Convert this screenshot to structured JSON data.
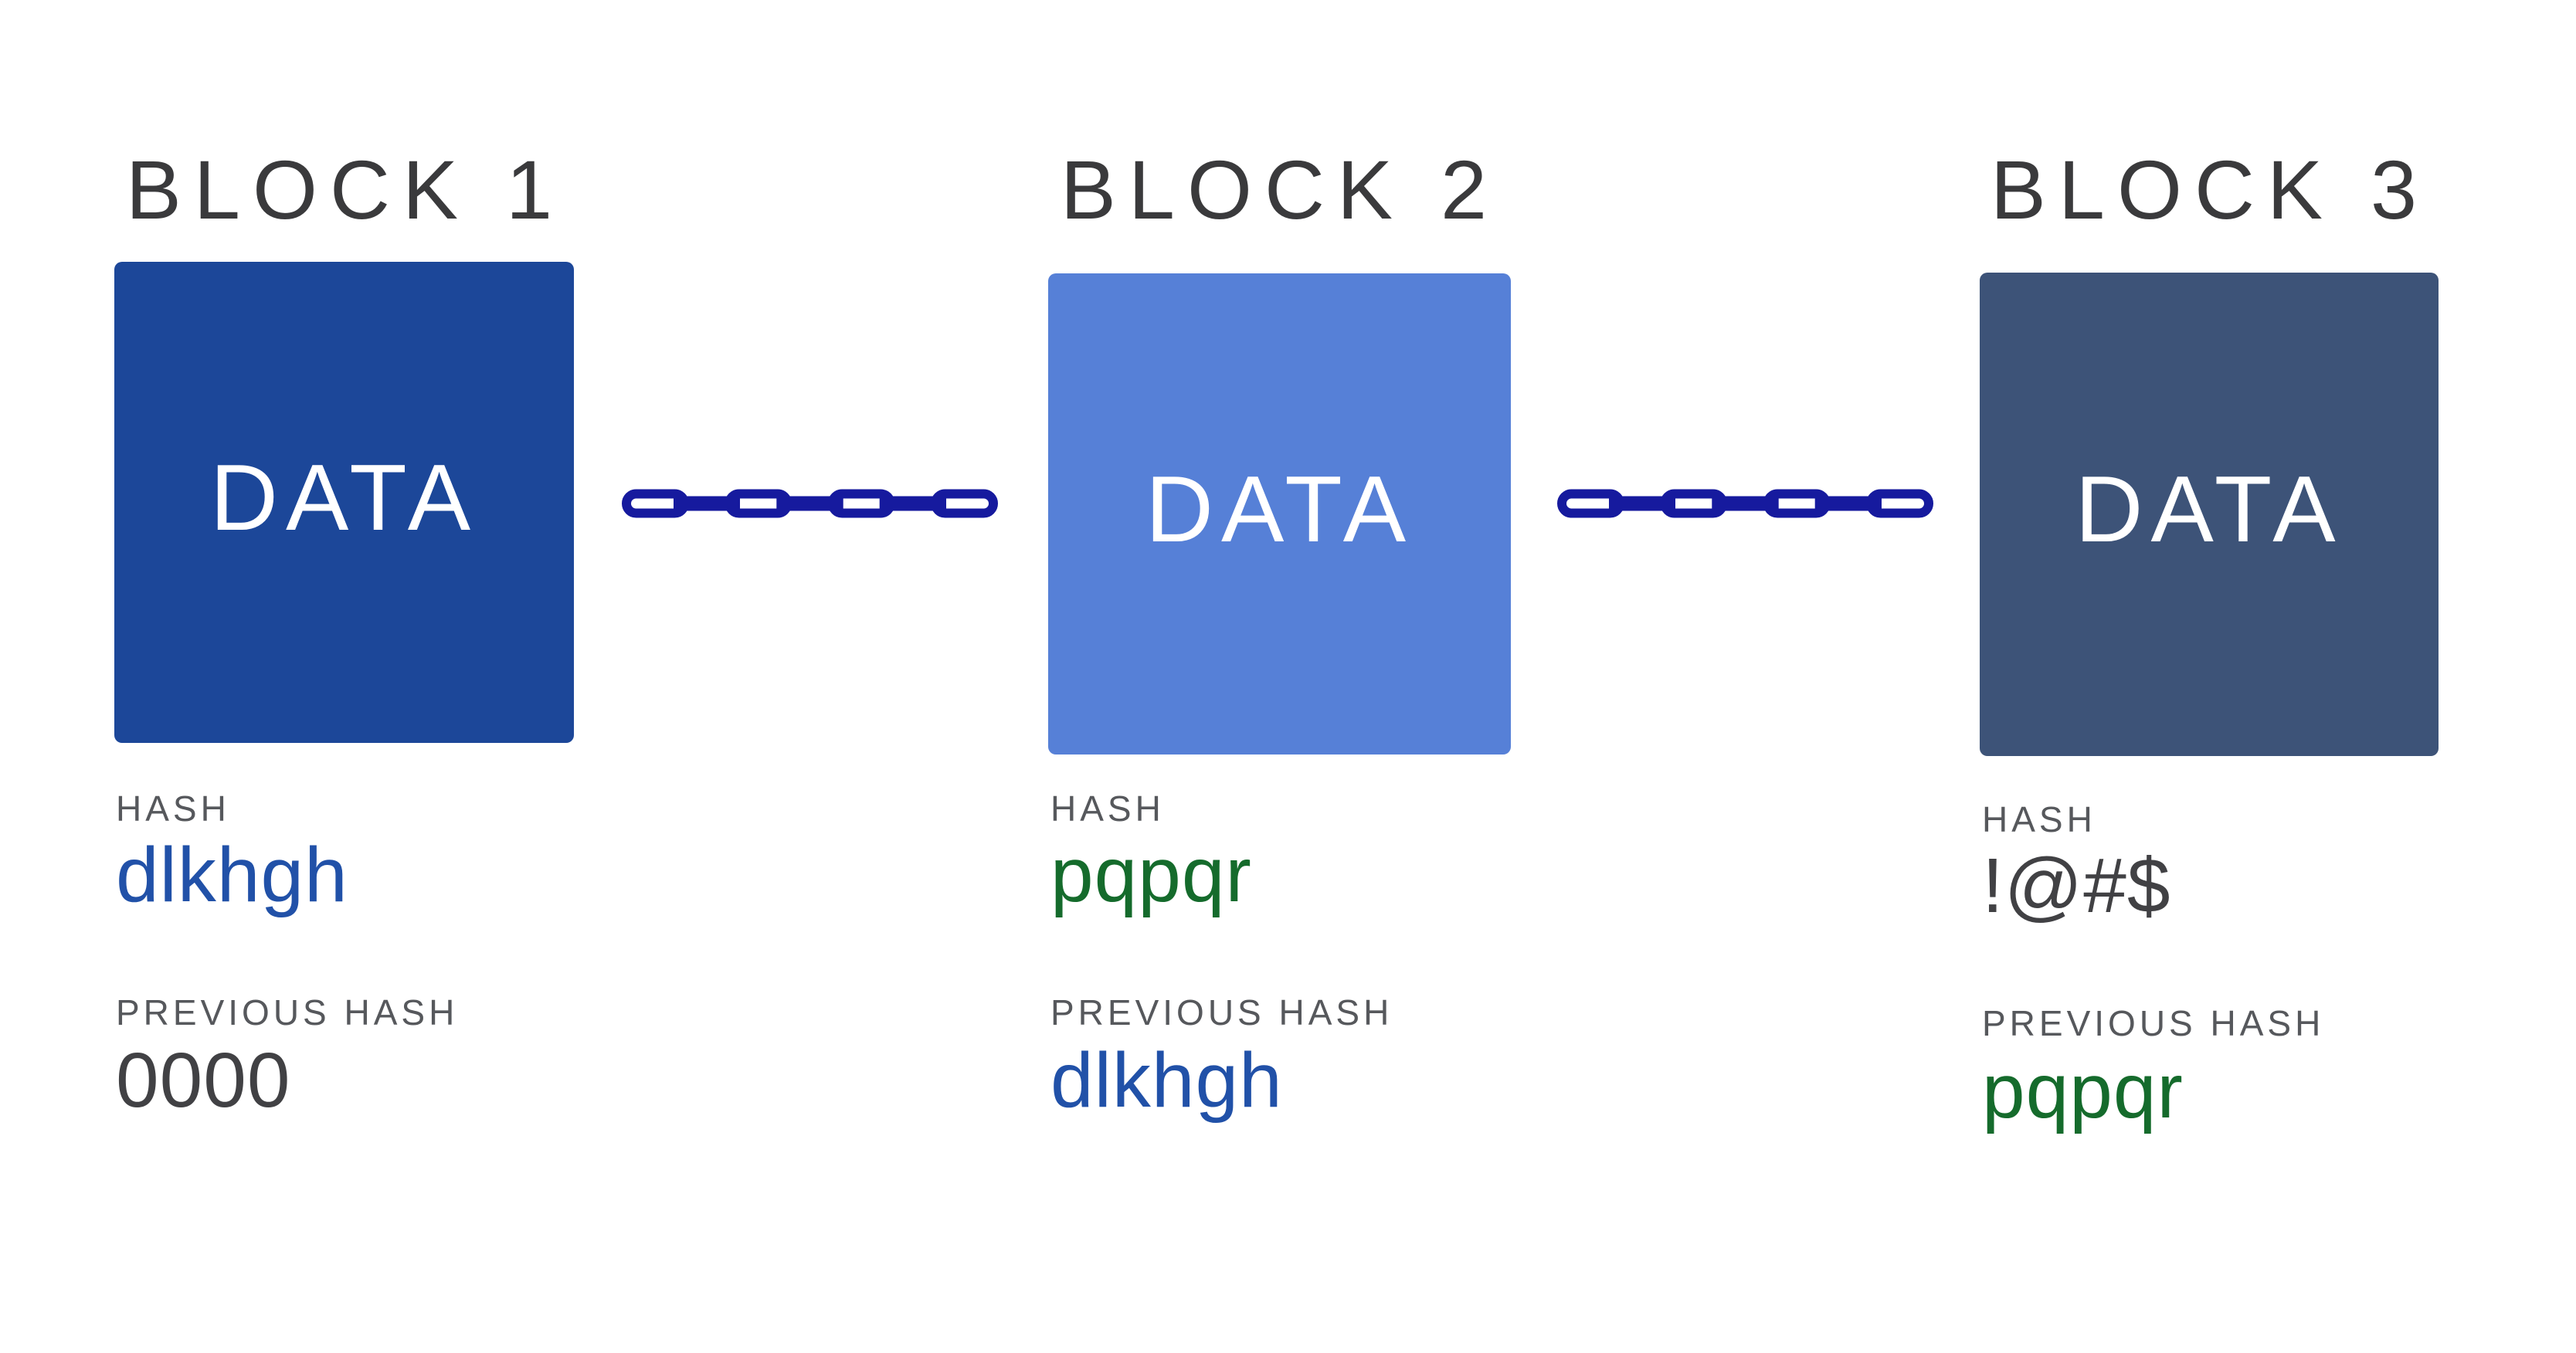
{
  "figure": {
    "background": "#ffffff",
    "title_color": "#3a3a3c",
    "label_color": "#56585c",
    "data_text_color": "#ffffff",
    "chain_color": "#161a9e"
  },
  "blocks": [
    {
      "title": "BLOCK 1",
      "data_label": "DATA",
      "block_color": "#1c4799",
      "hash_label": "HASH",
      "hash_value": "dlkhgh",
      "hash_value_color": "#2151a8",
      "previous_hash_label": "PREVIOUS HASH",
      "previous_hash_value": "0000",
      "previous_hash_value_color": "#414144"
    },
    {
      "title": "BLOCK 2",
      "data_label": "DATA",
      "block_color": "#5680d7",
      "hash_label": "HASH",
      "hash_value": "pqpqr",
      "hash_value_color": "#156b2c",
      "previous_hash_label": "PREVIOUS HASH",
      "previous_hash_value": "dlkhgh",
      "previous_hash_value_color": "#2151a8"
    },
    {
      "title": "BLOCK 3",
      "data_label": "DATA",
      "block_color": "#3d5378",
      "hash_label": "HASH",
      "hash_value": "!@#$",
      "hash_value_color": "#414144",
      "previous_hash_label": "PREVIOUS HASH",
      "previous_hash_value": "pqpqr",
      "previous_hash_value_color": "#156b2c"
    }
  ]
}
